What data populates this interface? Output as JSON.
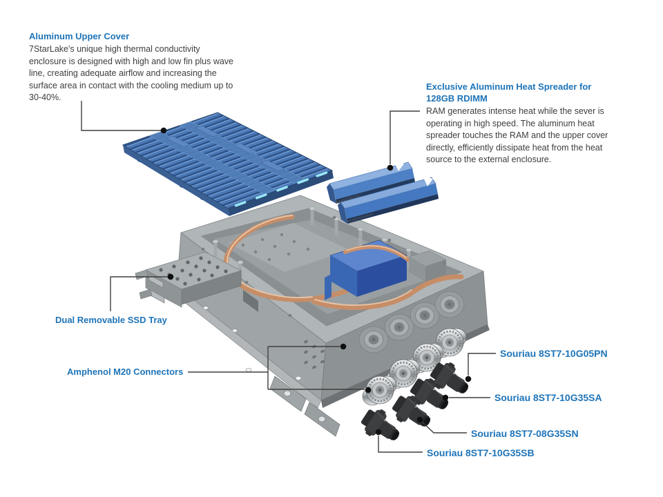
{
  "figure": {
    "callouts": {
      "upper_cover": {
        "title": "Aluminum Upper Cover",
        "body": "7StarLake's unique high thermal conductivity enclosure is designed with high and low fin plus wave line, creating adequate airflow and increasing the surface area in contact with the cooling medium up to 30-40%."
      },
      "heat_spreader": {
        "title": "Exclusive Aluminum Heat Spreader for 128GB RDIMM",
        "body": "RAM generates intense heat while the sever is operating in high speed. The aluminum heat spreader touches the RAM and the upper cover directly, efficiently dissipate heat from the heat source to the external enclosure."
      },
      "ssd_tray": {
        "label": "Dual Removable SSD Tray"
      },
      "m20_connectors": {
        "label": "Amphenol M20 Connectors"
      },
      "souriau_1": {
        "label": "Souriau 8ST7-10G05PN"
      },
      "souriau_2": {
        "label": "Souriau 8ST7-10G35SA"
      },
      "souriau_3": {
        "label": "Souriau 8ST7-08G35SN"
      },
      "souriau_4": {
        "label": "Souriau 8ST7-10G35SB"
      }
    },
    "colors": {
      "accent": "#1e74b8",
      "body_text": "#3d3d3d",
      "callout_line": "#3f3f3f",
      "heatsink_blue": "#4a77b5",
      "heatsink_dark": "#2d5288",
      "heatsink_highlight": "#7fa8dc",
      "cyan_glow": "#99e6f6",
      "chassis_gray": "#9aa0a2",
      "copper": "#c68d67",
      "ram_blue": "#3a67b4",
      "connector_chrome": "#c9cdd0",
      "connector_black": "#343638"
    }
  }
}
